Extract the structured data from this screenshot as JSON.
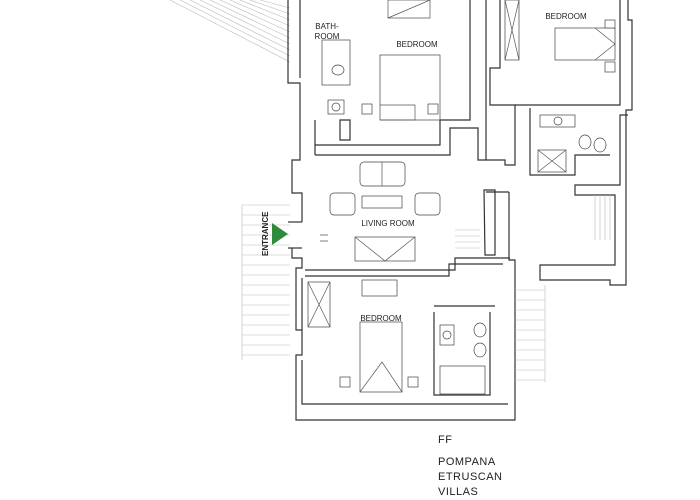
{
  "rooms": {
    "bathroom_top": "BATH-",
    "bathroom_bottom": "ROOM",
    "bedroom_top_center": "BEDROOM",
    "bedroom_top_right": "BEDROOM",
    "living_room": "LIVING ROOM",
    "bedroom_bottom": "BEDROOM"
  },
  "entrance_label": "ENTRANCE",
  "floor_code": "FF",
  "property_name": [
    "POMPANA",
    "ETRUSCAN",
    "VILLAS"
  ],
  "colors": {
    "entrance_arrow": "#2e8b3e",
    "walls": "#333333"
  }
}
